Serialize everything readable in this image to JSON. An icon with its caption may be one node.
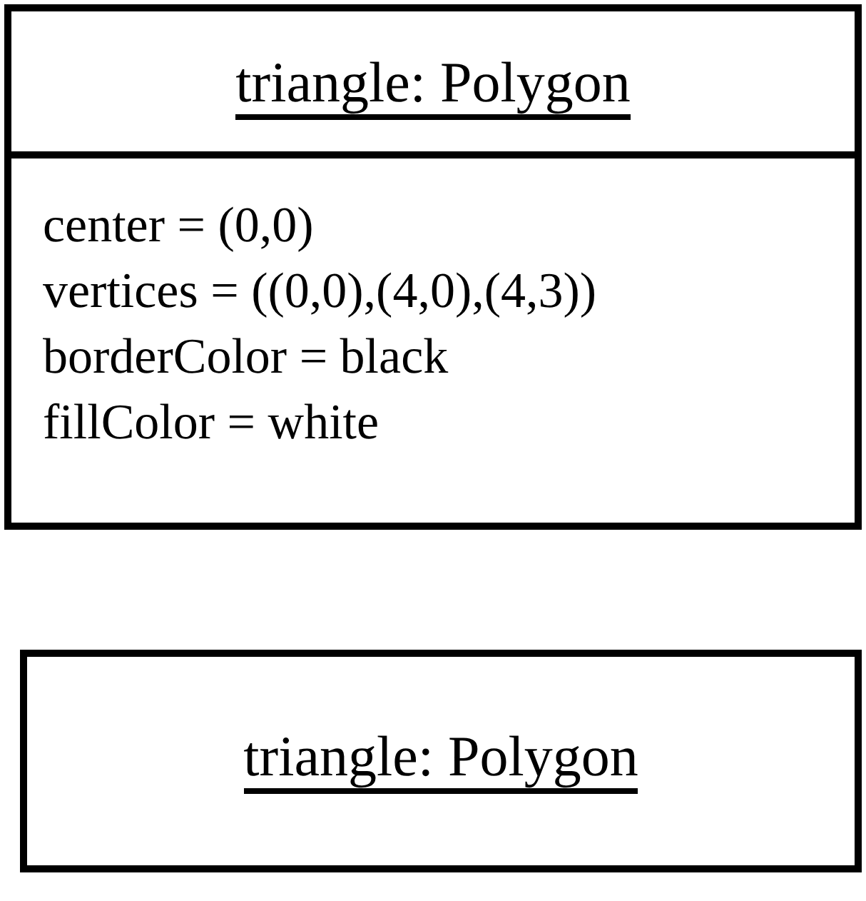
{
  "diagram": {
    "nodes": [
      {
        "text": [
          "triangle: Polygon",
          "center = (0,0)",
          "vertices = ((0,0),(4,0),(4,3))",
          "borderColor = black",
          "fillColor = white"
        ]
      },
      {
        "text": [
          "triangle: Polygon"
        ]
      }
    ]
  }
}
